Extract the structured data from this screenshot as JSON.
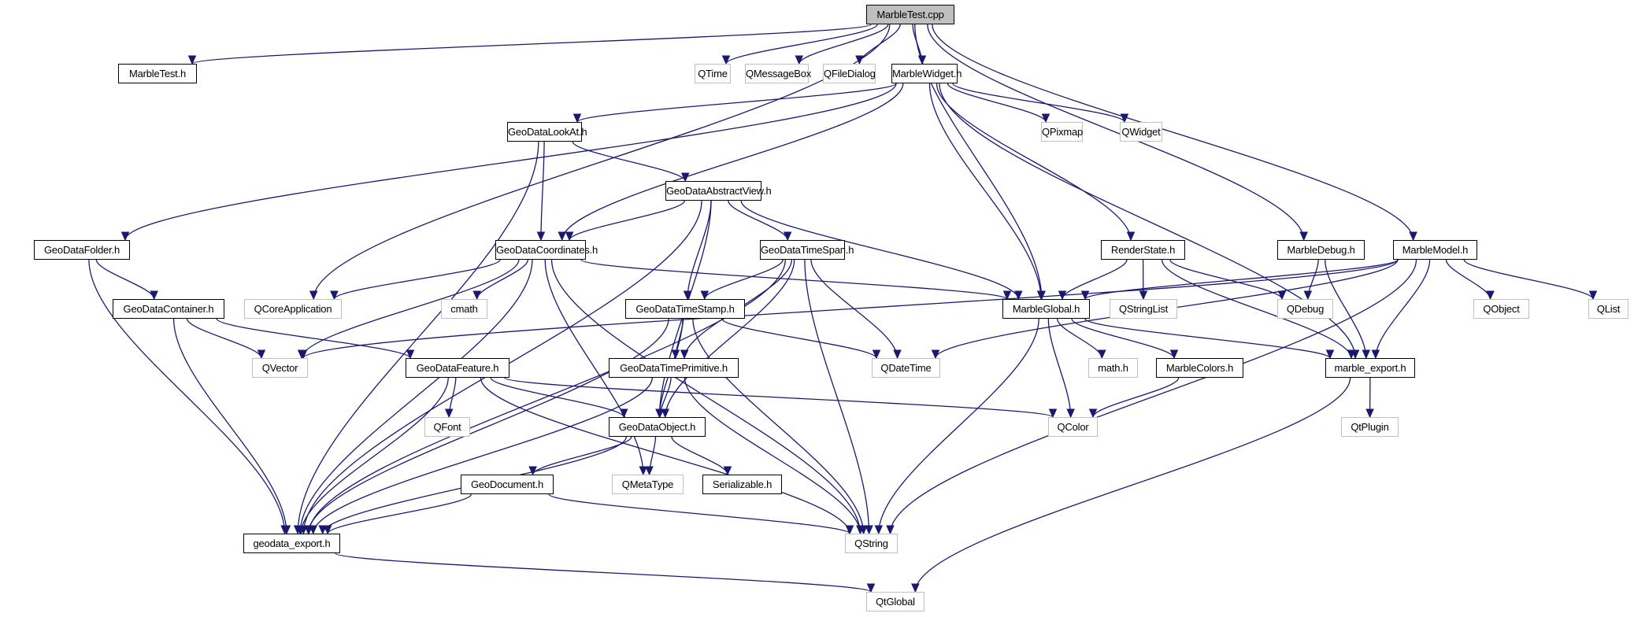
{
  "diagram": {
    "type": "include-dependency-graph",
    "edge_color": "#191970",
    "root_fill": "#bfbfbf",
    "external_border": "#bfbfbf",
    "nodes": [
      {
        "id": "MarbleTest.cpp",
        "label": "MarbleTest.cpp",
        "kind": "root"
      },
      {
        "id": "MarbleTest.h",
        "label": "MarbleTest.h",
        "kind": "local"
      },
      {
        "id": "QTime",
        "label": "QTime",
        "kind": "external"
      },
      {
        "id": "QMessageBox",
        "label": "QMessageBox",
        "kind": "external"
      },
      {
        "id": "QFileDialog",
        "label": "QFileDialog",
        "kind": "external"
      },
      {
        "id": "MarbleWidget.h",
        "label": "MarbleWidget.h",
        "kind": "local"
      },
      {
        "id": "QPixmap",
        "label": "QPixmap",
        "kind": "external"
      },
      {
        "id": "QWidget",
        "label": "QWidget",
        "kind": "external"
      },
      {
        "id": "GeoDataLookAt.h",
        "label": "GeoDataLookAt.h",
        "kind": "local"
      },
      {
        "id": "GeoDataAbstractView.h",
        "label": "GeoDataAbstractView.h",
        "kind": "local"
      },
      {
        "id": "GeoDataFolder.h",
        "label": "GeoDataFolder.h",
        "kind": "local"
      },
      {
        "id": "GeoDataCoordinates.h",
        "label": "GeoDataCoordinates.h",
        "kind": "local"
      },
      {
        "id": "GeoDataTimeSpan.h",
        "label": "GeoDataTimeSpan.h",
        "kind": "local"
      },
      {
        "id": "RenderState.h",
        "label": "RenderState.h",
        "kind": "local"
      },
      {
        "id": "MarbleDebug.h",
        "label": "MarbleDebug.h",
        "kind": "local"
      },
      {
        "id": "MarbleModel.h",
        "label": "MarbleModel.h",
        "kind": "local"
      },
      {
        "id": "GeoDataContainer.h",
        "label": "GeoDataContainer.h",
        "kind": "local"
      },
      {
        "id": "QCoreApplication",
        "label": "QCoreApplication",
        "kind": "external"
      },
      {
        "id": "cmath",
        "label": "cmath",
        "kind": "external"
      },
      {
        "id": "GeoDataTimeStamp.h",
        "label": "GeoDataTimeStamp.h",
        "kind": "local"
      },
      {
        "id": "MarbleGlobal.h",
        "label": "MarbleGlobal.h",
        "kind": "local"
      },
      {
        "id": "QStringList",
        "label": "QStringList",
        "kind": "external"
      },
      {
        "id": "QDebug",
        "label": "QDebug",
        "kind": "external"
      },
      {
        "id": "QObject",
        "label": "QObject",
        "kind": "external"
      },
      {
        "id": "QList",
        "label": "QList",
        "kind": "external"
      },
      {
        "id": "QVector",
        "label": "QVector",
        "kind": "external"
      },
      {
        "id": "GeoDataFeature.h",
        "label": "GeoDataFeature.h",
        "kind": "local"
      },
      {
        "id": "GeoDataTimePrimitive.h",
        "label": "GeoDataTimePrimitive.h",
        "kind": "local"
      },
      {
        "id": "QDateTime",
        "label": "QDateTime",
        "kind": "external"
      },
      {
        "id": "math.h",
        "label": "math.h",
        "kind": "external"
      },
      {
        "id": "MarbleColors.h",
        "label": "MarbleColors.h",
        "kind": "local"
      },
      {
        "id": "marble_export.h",
        "label": "marble_export.h",
        "kind": "local"
      },
      {
        "id": "QFont",
        "label": "QFont",
        "kind": "external"
      },
      {
        "id": "GeoDataObject.h",
        "label": "GeoDataObject.h",
        "kind": "local"
      },
      {
        "id": "QColor",
        "label": "QColor",
        "kind": "external"
      },
      {
        "id": "QtPlugin",
        "label": "QtPlugin",
        "kind": "external"
      },
      {
        "id": "GeoDocument.h",
        "label": "GeoDocument.h",
        "kind": "local"
      },
      {
        "id": "QMetaType",
        "label": "QMetaType",
        "kind": "external"
      },
      {
        "id": "Serializable.h",
        "label": "Serializable.h",
        "kind": "local"
      },
      {
        "id": "geodata_export.h",
        "label": "geodata_export.h",
        "kind": "local"
      },
      {
        "id": "QString",
        "label": "QString",
        "kind": "external"
      },
      {
        "id": "QtGlobal",
        "label": "QtGlobal",
        "kind": "external"
      }
    ],
    "edges": [
      [
        "MarbleTest.cpp",
        "MarbleTest.h"
      ],
      [
        "MarbleTest.cpp",
        "QTime"
      ],
      [
        "MarbleTest.cpp",
        "QMessageBox"
      ],
      [
        "MarbleTest.cpp",
        "QFileDialog"
      ],
      [
        "MarbleTest.cpp",
        "MarbleWidget.h"
      ],
      [
        "MarbleTest.cpp",
        "QCoreApplication"
      ],
      [
        "MarbleTest.cpp",
        "MarbleGlobal.h"
      ],
      [
        "MarbleTest.cpp",
        "MarbleDebug.h"
      ],
      [
        "MarbleTest.cpp",
        "MarbleModel.h"
      ],
      [
        "MarbleWidget.h",
        "QPixmap"
      ],
      [
        "MarbleWidget.h",
        "QWidget"
      ],
      [
        "MarbleWidget.h",
        "GeoDataLookAt.h"
      ],
      [
        "MarbleWidget.h",
        "GeoDataFolder.h"
      ],
      [
        "MarbleWidget.h",
        "GeoDataCoordinates.h"
      ],
      [
        "MarbleWidget.h",
        "MarbleGlobal.h"
      ],
      [
        "MarbleWidget.h",
        "RenderState.h"
      ],
      [
        "MarbleWidget.h",
        "marble_export.h"
      ],
      [
        "GeoDataLookAt.h",
        "GeoDataAbstractView.h"
      ],
      [
        "GeoDataLookAt.h",
        "GeoDataCoordinates.h"
      ],
      [
        "GeoDataLookAt.h",
        "geodata_export.h"
      ],
      [
        "GeoDataAbstractView.h",
        "GeoDataCoordinates.h"
      ],
      [
        "GeoDataAbstractView.h",
        "GeoDataTimeSpan.h"
      ],
      [
        "GeoDataAbstractView.h",
        "GeoDataTimeStamp.h"
      ],
      [
        "GeoDataAbstractView.h",
        "GeoDataObject.h"
      ],
      [
        "GeoDataAbstractView.h",
        "MarbleGlobal.h"
      ],
      [
        "GeoDataAbstractView.h",
        "geodata_export.h"
      ],
      [
        "GeoDataFolder.h",
        "GeoDataContainer.h"
      ],
      [
        "GeoDataFolder.h",
        "geodata_export.h"
      ],
      [
        "GeoDataContainer.h",
        "GeoDataFeature.h"
      ],
      [
        "GeoDataContainer.h",
        "QVector"
      ],
      [
        "GeoDataContainer.h",
        "geodata_export.h"
      ],
      [
        "GeoDataCoordinates.h",
        "QCoreApplication"
      ],
      [
        "GeoDataCoordinates.h",
        "cmath"
      ],
      [
        "GeoDataCoordinates.h",
        "QVector"
      ],
      [
        "GeoDataCoordinates.h",
        "MarbleGlobal.h"
      ],
      [
        "GeoDataCoordinates.h",
        "QMetaType"
      ],
      [
        "GeoDataCoordinates.h",
        "QString"
      ],
      [
        "GeoDataCoordinates.h",
        "geodata_export.h"
      ],
      [
        "GeoDataTimeSpan.h",
        "GeoDataTimeStamp.h"
      ],
      [
        "GeoDataTimeSpan.h",
        "GeoDataTimePrimitive.h"
      ],
      [
        "GeoDataTimeSpan.h",
        "GeoDataObject.h"
      ],
      [
        "GeoDataTimeSpan.h",
        "QDateTime"
      ],
      [
        "GeoDataTimeSpan.h",
        "QString"
      ],
      [
        "GeoDataTimeSpan.h",
        "geodata_export.h"
      ],
      [
        "GeoDataTimeStamp.h",
        "GeoDataTimePrimitive.h"
      ],
      [
        "GeoDataTimeStamp.h",
        "GeoDataObject.h"
      ],
      [
        "GeoDataTimeStamp.h",
        "QDateTime"
      ],
      [
        "GeoDataTimeStamp.h",
        "QString"
      ],
      [
        "GeoDataTimeStamp.h",
        "geodata_export.h"
      ],
      [
        "GeoDataTimePrimitive.h",
        "GeoDataObject.h"
      ],
      [
        "GeoDataTimePrimitive.h",
        "QString"
      ],
      [
        "GeoDataTimePrimitive.h",
        "geodata_export.h"
      ],
      [
        "GeoDataFeature.h",
        "QFont"
      ],
      [
        "GeoDataFeature.h",
        "GeoDataObject.h"
      ],
      [
        "GeoDataFeature.h",
        "QColor"
      ],
      [
        "GeoDataFeature.h",
        "QString"
      ],
      [
        "GeoDataFeature.h",
        "geodata_export.h"
      ],
      [
        "GeoDataObject.h",
        "GeoDocument.h"
      ],
      [
        "GeoDataObject.h",
        "QMetaType"
      ],
      [
        "GeoDataObject.h",
        "Serializable.h"
      ],
      [
        "GeoDataObject.h",
        "geodata_export.h"
      ],
      [
        "GeoDocument.h",
        "QString"
      ],
      [
        "GeoDocument.h",
        "geodata_export.h"
      ],
      [
        "geodata_export.h",
        "QtGlobal"
      ],
      [
        "RenderState.h",
        "MarbleGlobal.h"
      ],
      [
        "RenderState.h",
        "QStringList"
      ],
      [
        "RenderState.h",
        "QDebug"
      ],
      [
        "RenderState.h",
        "marble_export.h"
      ],
      [
        "MarbleDebug.h",
        "QDebug"
      ],
      [
        "MarbleDebug.h",
        "marble_export.h"
      ],
      [
        "MarbleModel.h",
        "MarbleGlobal.h"
      ],
      [
        "MarbleModel.h",
        "QObject"
      ],
      [
        "MarbleModel.h",
        "QList"
      ],
      [
        "MarbleModel.h",
        "QDateTime"
      ],
      [
        "MarbleModel.h",
        "marble_export.h"
      ],
      [
        "MarbleModel.h",
        "QVector"
      ],
      [
        "MarbleModel.h",
        "QString"
      ],
      [
        "MarbleGlobal.h",
        "math.h"
      ],
      [
        "MarbleGlobal.h",
        "MarbleColors.h"
      ],
      [
        "MarbleGlobal.h",
        "QColor"
      ],
      [
        "MarbleGlobal.h",
        "marble_export.h"
      ],
      [
        "MarbleGlobal.h",
        "QString"
      ],
      [
        "MarbleColors.h",
        "QColor"
      ],
      [
        "marble_export.h",
        "QtPlugin"
      ],
      [
        "marble_export.h",
        "QtGlobal"
      ]
    ]
  }
}
